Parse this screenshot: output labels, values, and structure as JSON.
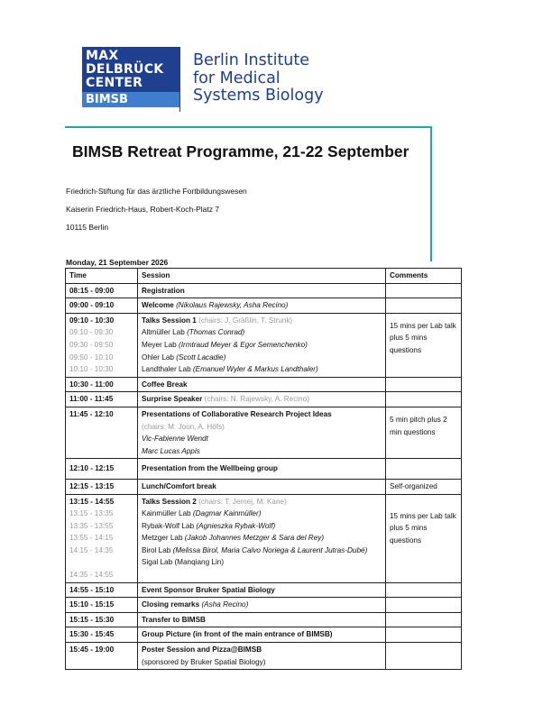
{
  "logo": {
    "lines": [
      "MAX",
      "DELBRÜCK",
      "CENTER"
    ],
    "sub": "BIMSB"
  },
  "institute": [
    "Berlin Institute",
    "for Medical",
    "Systems Biology"
  ],
  "title": "BIMSB Retreat Programme, 21-22 September",
  "address": [
    "Friedrich-Stiftung für das ärztliche Fortbildungswesen",
    "Kaiserin Friedrich-Haus, Robert-Koch-Platz 7",
    "10115 Berlin"
  ],
  "day_label": "Monday, 21 September 2026",
  "table": {
    "headers": [
      "Time",
      "Session",
      "Comments"
    ],
    "r1": {
      "time": "08:15 - 09:00",
      "title": "Registration"
    },
    "r2": {
      "time": "09:00 - 09:10",
      "title": "Welcome",
      "note": "(Nikolaus Rajewsky, Asha Recino)"
    },
    "r3": {
      "time": "09:10 - 10:30",
      "title": "Talks Session 1",
      "chairs": "(chairs: J. Gräßlin, T. Strunk)",
      "comment": "15 mins per Lab talk plus 5 mins questions",
      "subs": [
        {
          "time": "09:10 - 09:30",
          "lab": "Altmüller Lab",
          "people": "(Thomas Conrad)"
        },
        {
          "time": "09:30 - 09:50",
          "lab": "Meyer Lab",
          "people": "(Irmtraud Meyer & Egor Semenchenko)"
        },
        {
          "time": "09:50 - 10:10",
          "lab": "Ohler Lab",
          "people": "(Scott Lacadie)"
        },
        {
          "time": "10:10 - 10:30",
          "lab": "Landthaler Lab",
          "people": "(Emanuel Wyler & Markus Landthaler)"
        }
      ]
    },
    "r4": {
      "time": "10:30 - 11:00",
      "title": "Coffee Break"
    },
    "r5": {
      "time": "11:00 - 11:45",
      "title": "Surprise Speaker",
      "chairs": "(chairs: N. Rajewsky, A. Recino)"
    },
    "r6": {
      "time": "11:45 - 12:10",
      "title": "Presentations of Collaborative Research Project Ideas",
      "chairs": "(chairs: M. Joon, A. Höfs)",
      "p1": "Vic-Fabienne Wendt",
      "p2": "Marc Lucas Appis",
      "comment": "5 min pitch plus 2 min questions"
    },
    "r7": {
      "time": "12:10 - 12:15",
      "title": "Presentation from the Wellbeing group"
    },
    "r8": {
      "time": "12:15 - 13:15",
      "title": "Lunch/Comfort break",
      "comment": "Self-organized"
    },
    "r9": {
      "time": "13:15 - 14:55",
      "title": "Talks Session 2",
      "chairs": "(chairs: T. Jernej, M. Kane)",
      "comment": "15 mins per Lab talk plus 5 mins questions",
      "subs": [
        {
          "time": "13:15 - 13:35",
          "lab": "Kainmüller Lab",
          "people": "(Dagmar Kainmüller)"
        },
        {
          "time": "13:35 - 13:55",
          "lab": "Rybak-Wolf Lab",
          "people": "(Agnieszka Rybak-Wolf)"
        },
        {
          "time": "13:55 - 14:15",
          "lab": "Metzger Lab",
          "people": "(Jakob Johannes Metzger & Sara del Rey)"
        },
        {
          "time": "14:15 - 14:35",
          "lab": "Birol Lab",
          "people": "(Melissa Birol, Maria Calvo Noriega & Laurent Jutras-Dubé)"
        },
        {
          "time": "14:35 - 14:55",
          "lab": "Sigal Lab",
          "people": "(Manqiang Lin)"
        }
      ]
    },
    "r10": {
      "time": "14:55 - 15:10",
      "title": "Event Sponsor Bruker Spatial Biology"
    },
    "r11": {
      "time": "15:10 - 15:15",
      "title": "Closing remarks",
      "note": "(Asha Recino)"
    },
    "r12": {
      "time": "15:15 - 15:30",
      "title": "Transfer to BIMSB"
    },
    "r13": {
      "time": "15:30 - 15:45",
      "title": "Group Picture (in front of the main entrance of BIMSB)"
    },
    "r14": {
      "time": "15:45 - 19:00",
      "title": "Poster Session and Pizza@BIMSB",
      "note": "(sponsored by Bruker Spatial Biology)"
    }
  },
  "colors": {
    "brand_blue": "#1f3f8f",
    "brand_light_blue": "#3f7ecf",
    "accent_teal": "#22a89a",
    "muted_text": "#9a9a9a"
  }
}
